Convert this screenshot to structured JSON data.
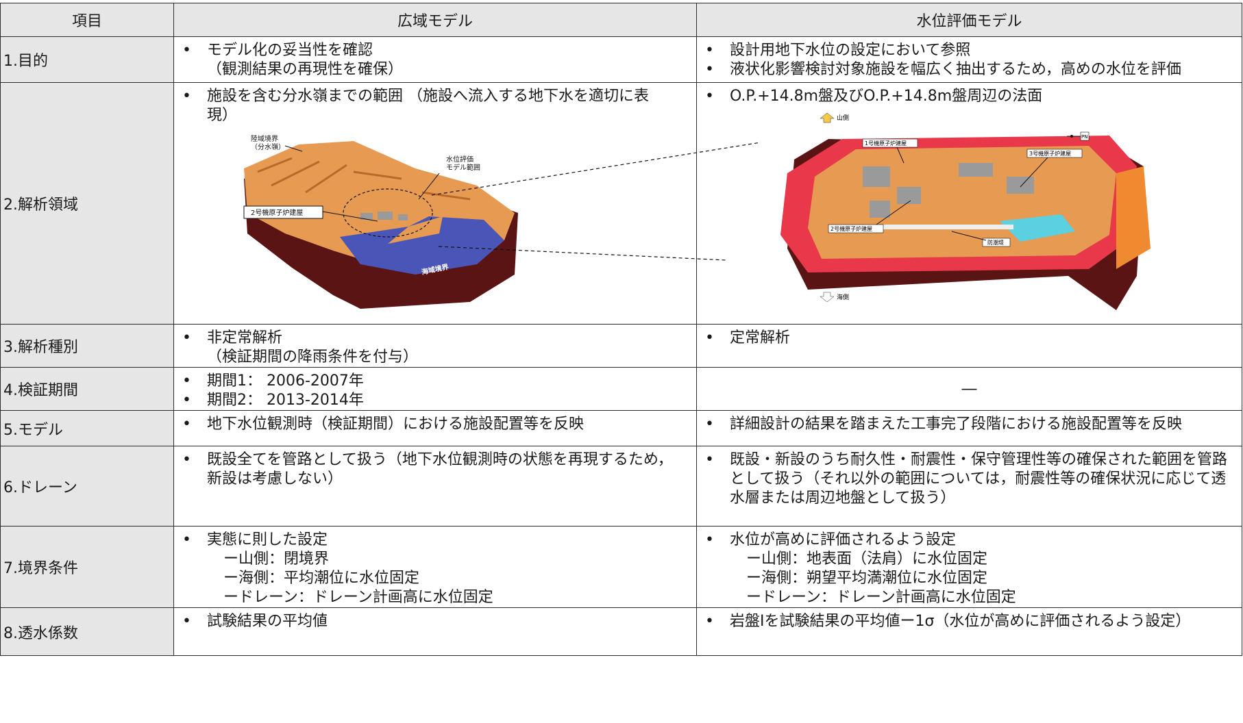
{
  "header": {
    "item": "項目",
    "wide": "広域モデル",
    "level": "水位評価モデル"
  },
  "rows": [
    {
      "label": "1.目的",
      "wide": [
        "モデル化の妥当性を確認",
        "（観測結果の再現性を確保）"
      ],
      "level": [
        "設計用地下水位の設定において参照",
        "液状化影響検討対象施設を幅広く抽出するため，高めの水位を評価"
      ]
    },
    {
      "label": "2.解析領域",
      "wide": [
        "施設を含む分水嶺までの範囲 （施設へ流入する地下水を適切に表",
        "現）"
      ],
      "level": [
        "O.P.+14.8m盤及びO.P.+14.8m盤周辺の法面"
      ]
    },
    {
      "label": "3.解析種別",
      "wide": [
        "非定常解析",
        "（検証期間の降雨条件を付与）"
      ],
      "level": [
        "定常解析"
      ]
    },
    {
      "label": "4.検証期間",
      "wide": [
        "期間1： 2006-2007年",
        "期間2： 2013-2014年"
      ],
      "level": [
        "―"
      ]
    },
    {
      "label": "5.モデル",
      "wide": [
        "地下水位観測時（検証期間）における施設配置等を反映"
      ],
      "level": [
        "詳細設計の結果を踏まえた工事完了段階における施設配置等を反映"
      ]
    },
    {
      "label": "6.ドレーン",
      "wide": [
        "既設全てを管路として扱う（地下水位観測時の状態を再現するため，",
        "新設は考慮しない）"
      ],
      "level": [
        "既設・新設のうち耐久性・耐震性・保守管理性等の確保された範囲を管路",
        "として扱う（それ以外の範囲については，耐震性等の確保状況に応じて透",
        "水層または周辺地盤として扱う）"
      ]
    },
    {
      "label": "7.境界条件",
      "wide": [
        "実態に則した設定",
        "ー山側：閉境界",
        "ー海側：平均潮位に水位固定",
        "ードレーン：ドレーン計画高に水位固定"
      ],
      "level": [
        "水位が高めに評価されるよう設定",
        "ー山側：地表面（法肩）に水位固定",
        "ー海側：朔望平均満潮位に水位固定",
        "ードレーン：ドレーン計画高に水位固定"
      ]
    },
    {
      "label": "8.透水係数",
      "wide": [
        "試験結果の平均値"
      ],
      "level": [
        "岩盤Ⅰを試験結果の平均値ー1σ（水位が高めに評価されるよう設定）"
      ]
    }
  ],
  "figure_wide": {
    "land_boundary": [
      "陸域境界",
      "（分水嶺）"
    ],
    "eval_range": [
      "水位評価",
      "モデル範囲"
    ],
    "reactor": "2号機原子炉建屋",
    "sea_boundary": "海域境界"
  },
  "figure_level": {
    "mountain": "山側",
    "sea": "海側",
    "north": "PN",
    "unit1": "1号機原子炉建屋",
    "unit2": "2号機原子炉建屋",
    "unit3": "3号機原子炉建屋",
    "seawall": "防潮堤"
  },
  "colors": {
    "header_bg": "#e6e6e6",
    "terrain": "#e69a52",
    "sea": "#4a55b8",
    "cliff": "#5a1414",
    "red_slope": "#e8384a",
    "cyan": "#5ad0e0"
  }
}
